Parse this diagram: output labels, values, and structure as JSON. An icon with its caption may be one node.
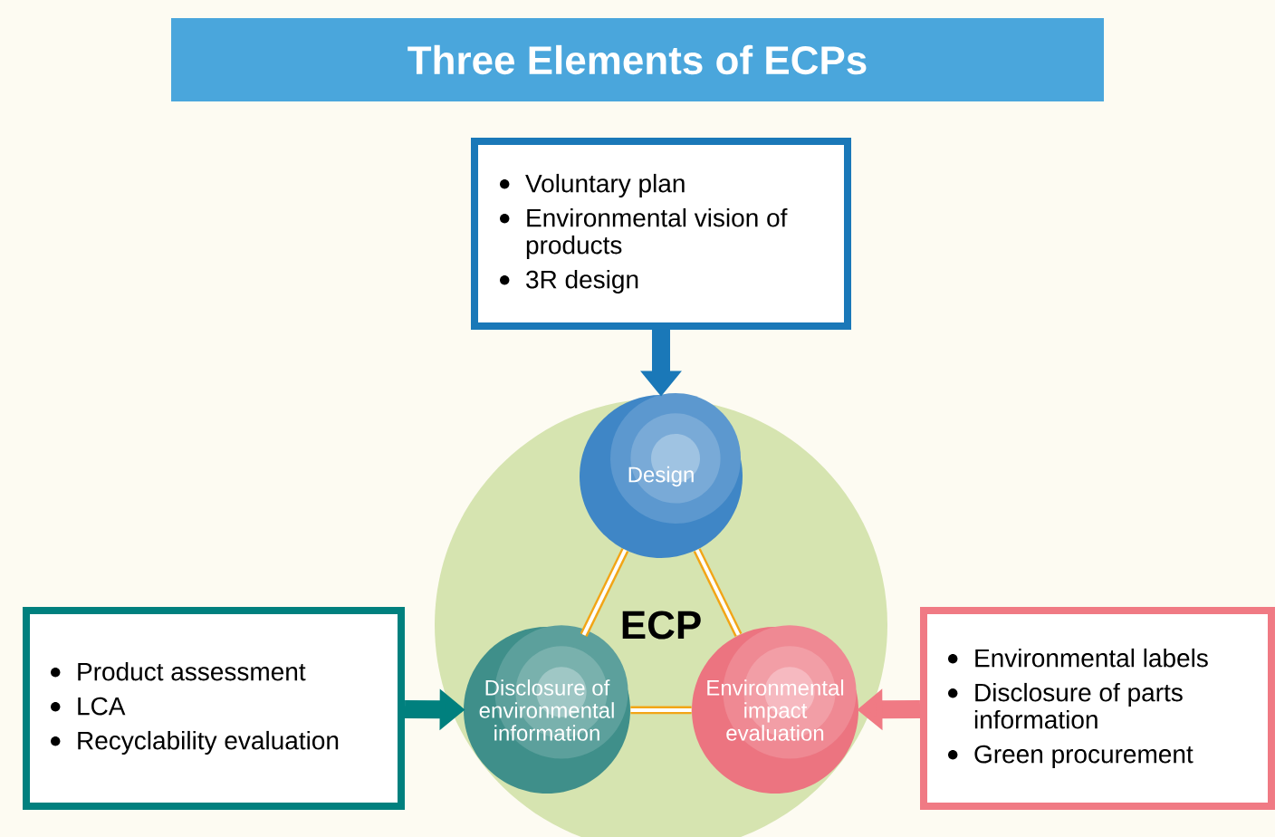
{
  "diagram": {
    "title": "Three Elements of ECPs",
    "nodes": [
      {
        "text": [
          "Voluntary plan",
          "Environmental vision of products",
          "3R design"
        ]
      },
      {
        "text": [
          "ECP"
        ]
      },
      {
        "text": [
          "Design"
        ],
        "in": 1
      },
      {
        "text": [
          "Disclosure of environmental information"
        ],
        "in": 1
      },
      {
        "text": [
          "Environmental impact evaluation"
        ],
        "in": 1
      },
      {
        "text": [
          "Product assessment",
          "LCA",
          "Recyclability evaluation"
        ]
      },
      {
        "text": [
          "Environmental labels",
          "Disclosure of parts information",
          "Green procurement"
        ]
      }
    ],
    "edges": [
      {
        "from": 0,
        "to": 2,
        "arrow": "to",
        "style": "thick",
        "color": "#1a78b8"
      },
      {
        "from": 5,
        "to": 3,
        "arrow": "to",
        "style": "thick",
        "color": "#00807e"
      },
      {
        "from": 6,
        "to": 4,
        "arrow": "to",
        "style": "thick",
        "color": "#f07a84"
      },
      {
        "from": 2,
        "to": 3,
        "arrow": "none",
        "color": "#f2a516"
      },
      {
        "from": 2,
        "to": 4,
        "arrow": "none",
        "color": "#f2a516"
      },
      {
        "from": 3,
        "to": 4,
        "arrow": "none",
        "color": "#f2a516"
      }
    ]
  }
}
